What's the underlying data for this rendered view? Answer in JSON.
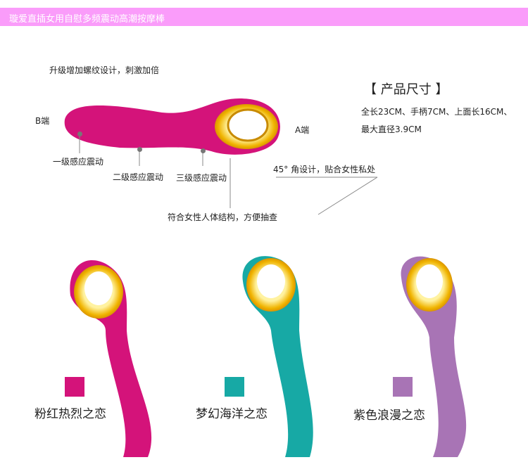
{
  "header": {
    "title": "璇爱直插女用自慰多频震动高潮按摩棒"
  },
  "diagram": {
    "feature_top": "升级增加螺纹设计，刺激加倍",
    "end_b": "B端",
    "end_a": "A端",
    "level1": "一级感应震动",
    "level2": "二级感应震动",
    "level3": "三级感应震动",
    "structure": "符合女性人体结构，方便抽查",
    "angle": "45°  角设计，贴合女性私处"
  },
  "size": {
    "title": "【 产品尺寸 】",
    "line1": "全长23CM、手柄7CM、上面长16CM、",
    "line2": "最大直径3.9CM"
  },
  "colors": [
    {
      "name": "粉红热烈之恋",
      "hex": "#d4137a"
    },
    {
      "name": "梦幻海洋之恋",
      "hex": "#17a9a5"
    },
    {
      "name": "紫色浪漫之恋",
      "hex": "#a874b5"
    }
  ]
}
